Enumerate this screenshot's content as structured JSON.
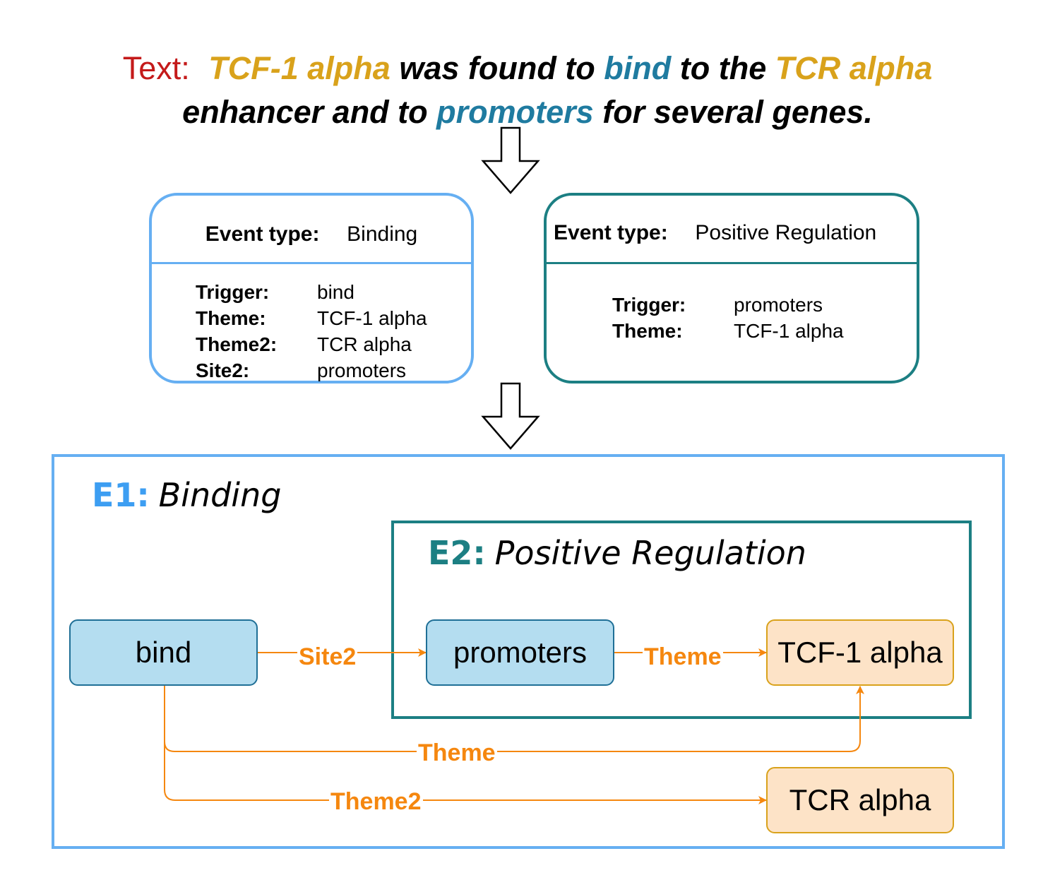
{
  "colors": {
    "text_label": "#c41a1a",
    "entity": "#d9a21b",
    "trigger": "#1f7ba0",
    "binding_border": "#66aff2",
    "posreg_border": "#1c7f83",
    "edge": "#f5870f",
    "trigger_fill": "#b4ddf0",
    "entity_fill": "#fde3c7",
    "entity_border": "#d9a21b",
    "e1_tag": "#3d9ef2",
    "e2_tag": "#1c7f83"
  },
  "sentence": {
    "label": "Text:",
    "line1": [
      {
        "text": "TCF-1 alpha",
        "role": "entity"
      },
      {
        "text": " was found to ",
        "role": "plain"
      },
      {
        "text": "bind",
        "role": "trigger"
      },
      {
        "text": " to the ",
        "role": "plain"
      },
      {
        "text": "TCR alpha",
        "role": "entity"
      }
    ],
    "line2": [
      {
        "text": "enhancer and to ",
        "role": "plain"
      },
      {
        "text": "promoters",
        "role": "trigger"
      },
      {
        "text": " for several genes.",
        "role": "plain"
      }
    ]
  },
  "card_binding": {
    "event_type_label": "Event type:",
    "event_type_value": "Binding",
    "rows": [
      {
        "key": "Trigger:",
        "value": "bind"
      },
      {
        "key": "Theme:",
        "value": "TCF-1 alpha"
      },
      {
        "key": "Theme2:",
        "value": "TCR alpha"
      },
      {
        "key": "Site2:",
        "value": "promoters"
      }
    ]
  },
  "card_posreg": {
    "event_type_label": "Event type:",
    "event_type_value": "Positive Regulation",
    "rows": [
      {
        "key": "Trigger:",
        "value": "promoters"
      },
      {
        "key": "Theme:",
        "value": "TCF-1 alpha"
      }
    ]
  },
  "graph": {
    "e1": {
      "tag": "E1:",
      "name": "Binding"
    },
    "e2": {
      "tag": "E2:",
      "name": "Positive Regulation"
    },
    "nodes": {
      "bind": "bind",
      "promoters": "promoters",
      "tcf1": "TCF-1 alpha",
      "tcr": "TCR alpha"
    },
    "edges": {
      "site2": "Site2",
      "theme_e2": "Theme",
      "theme_e1": "Theme",
      "theme2_e1": "Theme2"
    }
  }
}
